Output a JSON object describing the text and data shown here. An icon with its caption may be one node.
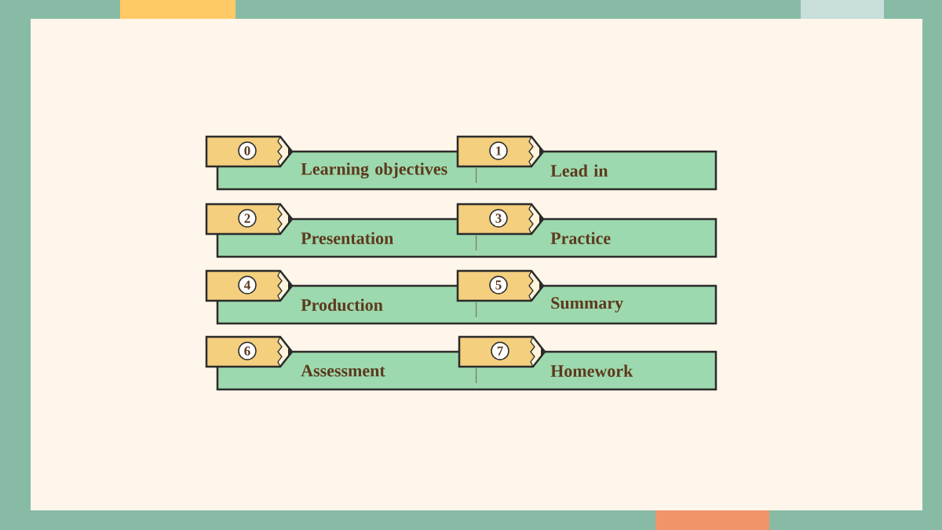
{
  "diagram": {
    "nodes": [
      {
        "text": [
          "0"
        ]
      },
      {
        "text": [
          "Learning objectives"
        ]
      },
      {
        "text": [
          "1"
        ]
      },
      {
        "text": [
          "Lead in"
        ]
      },
      {
        "text": [
          "2"
        ]
      },
      {
        "text": [
          "Presentation"
        ]
      },
      {
        "text": [
          "3"
        ]
      },
      {
        "text": [
          "Practice"
        ]
      },
      {
        "text": [
          "4"
        ]
      },
      {
        "text": [
          "Production"
        ]
      },
      {
        "text": [
          "5"
        ]
      },
      {
        "text": [
          "Summary"
        ]
      },
      {
        "text": [
          "6"
        ]
      },
      {
        "text": [
          "Assessment"
        ]
      },
      {
        "text": [
          "7"
        ]
      },
      {
        "text": [
          "Homework"
        ]
      }
    ]
  }
}
